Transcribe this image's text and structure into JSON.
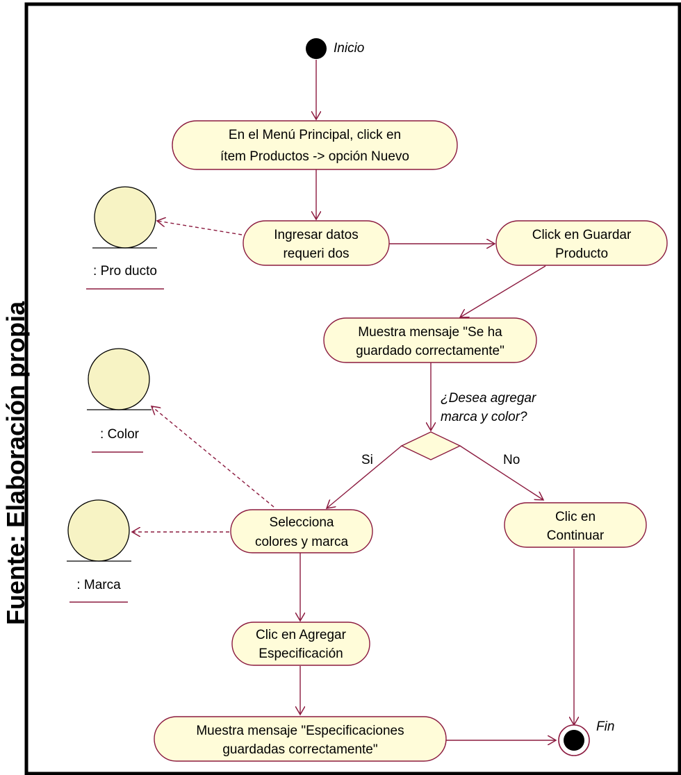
{
  "caption": "Fuente: Elaboración propia",
  "nodes": {
    "start": {
      "label": "Inicio"
    },
    "act1": {
      "line1": "En el Menú Principal, click en",
      "line2": "ítem Productos -> opción Nuevo"
    },
    "act2": {
      "line1": "Ingresar datos",
      "line2": "requeri dos"
    },
    "act3": {
      "line1": "Click en Guardar",
      "line2": "Producto"
    },
    "act4": {
      "line1": "Muestra mensaje \"Se ha",
      "line2": "guardado correctamente\""
    },
    "decision": {
      "line1": "¿Desea agregar",
      "line2": "marca y color?",
      "yes": "Si",
      "no": "No"
    },
    "act5": {
      "line1": "Selecciona",
      "line2": "colores y marca"
    },
    "act6": {
      "line1": "Clic en",
      "line2": "Continuar"
    },
    "act7": {
      "line1": "Clic en Agregar",
      "line2": "Especificación"
    },
    "act8": {
      "line1": "Muestra mensaje \"Especificaciones",
      "line2": "guardadas correctamente\""
    },
    "end": {
      "label": "Fin"
    }
  },
  "objects": {
    "producto": ": Pro ducto",
    "color": ": Color",
    "marca": ": Marca"
  },
  "colors": {
    "activity_fill": "#fffcd9",
    "line": "#8b1a3f",
    "object_fill": "#f7f3c4",
    "frame": "#000000"
  }
}
